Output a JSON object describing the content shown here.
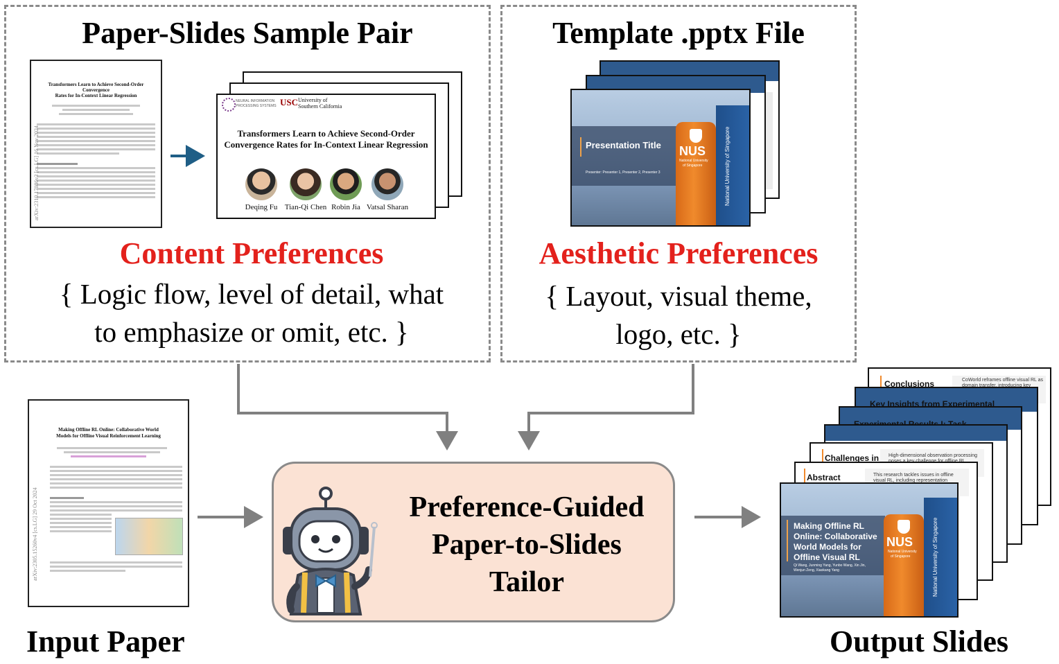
{
  "left_panel": {
    "heading": "Paper-Slides Sample Pair",
    "preference_title": "Content Preferences",
    "preference_line1": "{ Logic flow, level of detail, what",
    "preference_line2": "to emphasize or omit, etc. }",
    "sample_paper": {
      "title_line1": "Transformers Learn to Achieve Second-Order Convergence",
      "title_line2": "Rates for In-Context Linear Regression",
      "side_id": "arXiv:2310.17086v3 [cs.LG] 16 Nov 2024"
    },
    "sample_slide": {
      "org1_line1": "NEURAL INFORMATION",
      "org1_line2": "PROCESSING SYSTEMS",
      "org2_short": "USC",
      "org2_line1": "University of",
      "org2_line2": "Southern California",
      "title_line1": "Transformers Learn to Achieve Second-Order",
      "title_line2": "Convergence Rates for In-Context Linear Regression",
      "authors": [
        "Deqing Fu",
        "Tian-Qi Chen",
        "Robin Jia",
        "Vatsal Sharan"
      ]
    }
  },
  "right_panel": {
    "heading": "Template .pptx File",
    "preference_title": "Aesthetic Preferences",
    "preference_line1": "{ Layout, visual theme,",
    "preference_line2": "logo, etc. }",
    "template_slide": {
      "title": "Presentation Title",
      "presenters": "Presenter: Presenter 1, Presenter 2, Presenter 3",
      "logo": "NUS",
      "logo_sub1": "National University",
      "logo_sub2": "of Singapore",
      "wall_text": "National University of Singapore"
    }
  },
  "input_paper": {
    "label": "Input Paper",
    "title_line1": "Making Offline RL Online: Collaborative World",
    "title_line2": "Models for Offline Visual Reinforcement Learning",
    "side_id": "arXiv:2305.15260v4 [cs.LG] 29 Oct 2024"
  },
  "center": {
    "line1": "Preference-Guided",
    "line2": "Paper-to-Slides",
    "line3": "Tailor"
  },
  "output": {
    "label": "Output Slides",
    "stack_titles": [
      "Conclusions",
      "Key Insights from Experimental",
      "Experimental Results I: Task",
      "",
      "Challenges in",
      "Abstract"
    ],
    "conclusions_bullet": "CoWorld reframes offline visual RL as domain transfer, introducing key advances in state",
    "challenges_bullet": "High-dimensional observation processing poses a key challenge for offline RL.",
    "abstract_bullet": "This research tackles issues in offline visual RL, including representation overfitting and",
    "front_slide": {
      "title_line1": "Making Offline RL",
      "title_line2": "Online: Collaborative",
      "title_line3": "World Models for",
      "title_line4": "Offline Visual RL",
      "authors_line1": "Qi Wang, Junming Yang, Yunbo Wang, Xin Jin,",
      "authors_line2": "Wenjun Zeng, Xiaokang Yang",
      "logo": "NUS",
      "logo_sub1": "National University",
      "logo_sub2": "of Singapore",
      "wall_text": "National University of Singapore"
    }
  },
  "colors": {
    "red": "#e3211c",
    "dash_gray": "#8a8a8a",
    "arrow_gray": "#808080",
    "blue_arrow": "#1f5e86",
    "center_fill": "#fbe2d4",
    "slide_blue": "#2e5a8e",
    "orange": "#f08a2c"
  },
  "icons": [
    "robot-tailor-icon",
    "arrow-right-icon",
    "arrow-down-icon"
  ]
}
